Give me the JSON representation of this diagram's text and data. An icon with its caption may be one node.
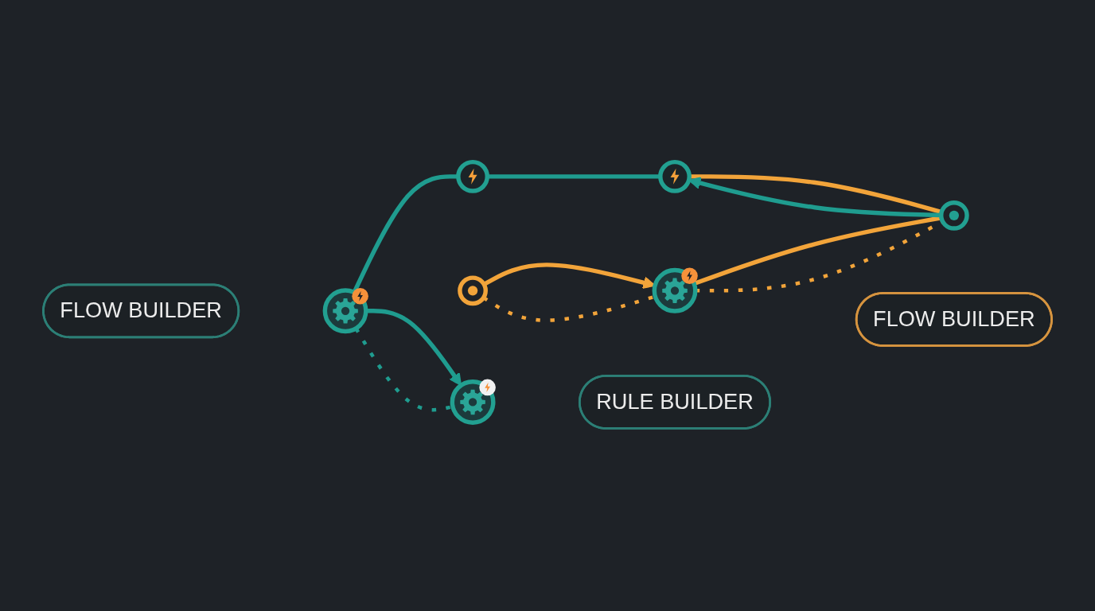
{
  "diagram": {
    "nodes": [
      {
        "text": [],
        "shape": "circle"
      },
      {
        "text": [],
        "shape": "circle"
      },
      {
        "text": [
          "FLOW BUILDER"
        ]
      },
      {
        "text": [
          "FLOW BUILDER"
        ]
      },
      {
        "text": [],
        "shape": "circle"
      },
      {
        "text": [],
        "shape": "circle"
      },
      {
        "text": [],
        "shape": "circle"
      },
      {
        "text": [],
        "shape": "circle"
      },
      {
        "text": [],
        "shape": "circle"
      },
      {
        "text": [
          "RULE BUILDER"
        ]
      }
    ],
    "edges": [
      {
        "from": 4,
        "to": 0,
        "arrow": "none",
        "color": "#1f9c8f"
      },
      {
        "from": 0,
        "to": 7,
        "arrow": "none",
        "color": "#1f9c8f"
      },
      {
        "from": 6,
        "to": 1,
        "arrow": "to",
        "color": "#f2a43a"
      },
      {
        "from": 6,
        "to": 1,
        "arrow": "none",
        "style": "dashed",
        "color": "#f2a43a"
      },
      {
        "from": 4,
        "to": 8,
        "arrow": "to",
        "color": "#1f9c8f"
      },
      {
        "from": 4,
        "to": 8,
        "arrow": "none",
        "style": "dashed",
        "color": "#1f9c8f"
      },
      {
        "from": 1,
        "to": 5,
        "arrow": "none",
        "color": "#f2a43a"
      },
      {
        "from": 1,
        "to": 5,
        "arrow": "none",
        "style": "dashed",
        "color": "#f2a43a"
      },
      {
        "from": 7,
        "to": 5,
        "arrow": "none",
        "color": "#f2a43a"
      },
      {
        "from": 5,
        "to": 7,
        "arrow": "to",
        "color": "#1f9c8f"
      }
    ]
  }
}
